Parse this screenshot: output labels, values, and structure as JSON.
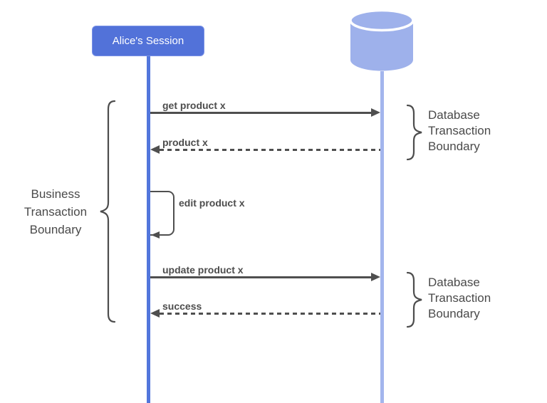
{
  "actor": {
    "label": "Alice's Session"
  },
  "database": {
    "icon": "database-cylinder-icon"
  },
  "messages": [
    {
      "label": "get product x",
      "type": "solid",
      "direction": "right",
      "from": "Alice's Session",
      "to": "database"
    },
    {
      "label": "product x",
      "type": "dashed",
      "direction": "left",
      "from": "database",
      "to": "Alice's Session"
    },
    {
      "label": "edit product x",
      "type": "self",
      "direction": "self",
      "from": "Alice's Session",
      "to": "Alice's Session"
    },
    {
      "label": "update product x",
      "type": "solid",
      "direction": "right",
      "from": "Alice's Session",
      "to": "database"
    },
    {
      "label": "success",
      "type": "dashed",
      "direction": "left",
      "from": "database",
      "to": "Alice's Session"
    }
  ],
  "annotations": {
    "business": {
      "lines": [
        "Business",
        "Transaction",
        "Boundary"
      ]
    },
    "db_top": {
      "lines": [
        "Database",
        "Transaction",
        "Boundary"
      ]
    },
    "db_bottom": {
      "lines": [
        "Database",
        "Transaction",
        "Boundary"
      ]
    }
  },
  "colors": {
    "actor_fill": "#5272D9",
    "actor_lifeline": "#5276DC",
    "db_fill": "#9EB1EB",
    "db_lifeline": "#A3B5ED",
    "line_gray": "#4F4F4F",
    "annotation_text": "#4A4A4A",
    "label_text": "#4D4D4D"
  }
}
